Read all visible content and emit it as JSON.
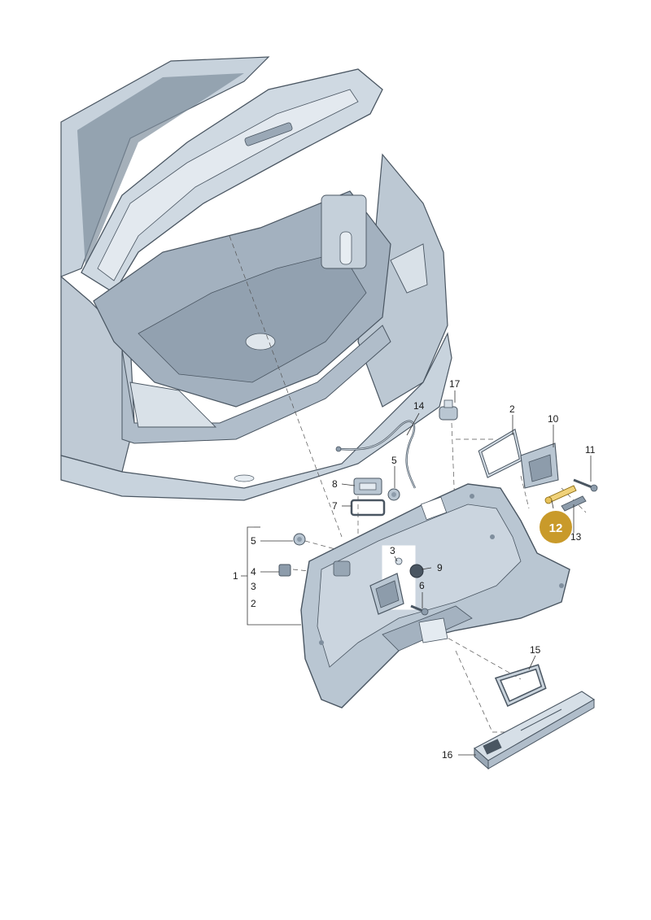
{
  "colors": {
    "part_fill": "#b9c6d2",
    "part_light": "#d6dfe7",
    "part_dark": "#8d9cab",
    "edge": "#4a5662",
    "highlight": "#c99a2a",
    "highlight_text": "#ffffff",
    "label": "#1a1a1a"
  },
  "callouts": {
    "c17": "17",
    "c14": "14",
    "c2a": "2",
    "c10": "10",
    "c11": "11",
    "c5a": "5",
    "c8": "8",
    "c7": "7",
    "c12": "12",
    "c13": "13",
    "c5b": "5",
    "c1": "1",
    "c4": "4",
    "c3a": "3",
    "c2b": "2",
    "c3b": "3",
    "c9": "9",
    "c6": "6",
    "c15": "15",
    "c16": "16"
  }
}
